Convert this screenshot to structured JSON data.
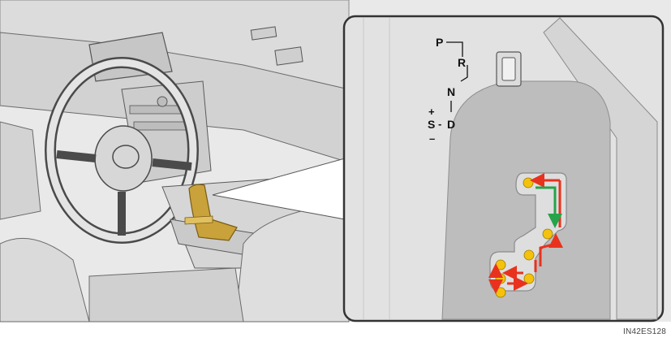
{
  "gear_labels": {
    "p": "P",
    "r": "R",
    "n": "N",
    "d": "D",
    "s": "S",
    "plus": "+",
    "minus": "–",
    "dash": "-"
  },
  "figure_code": "IN42ES128",
  "colors": {
    "background": "#ffffff",
    "interior_light": "#e6e6e6",
    "interior_mid": "#cfcfcf",
    "interior_dark": "#b5b5b5",
    "line": "#5a5a5a",
    "shift_lever": "#c9a23c",
    "gate_panel": "#bdbdbd",
    "gate_slot": "#dedede",
    "gate_ball": "#f4c20d",
    "arrow_red": "#e8321e",
    "arrow_green": "#27a34a",
    "inset_border": "#333333"
  },
  "icons": {
    "lever": "shift-lever-icon",
    "gate": "shift-gate-icon"
  }
}
